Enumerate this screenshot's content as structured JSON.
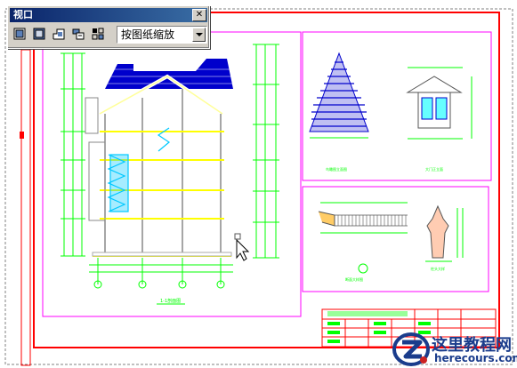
{
  "toolbar": {
    "title": "视口",
    "close_label": "✕",
    "buttons": [
      "single-viewport",
      "polygonal-viewport",
      "convert-object-viewport",
      "clip-viewport",
      "viewport-scale"
    ],
    "scale_value": "按图纸缩放"
  },
  "watermark": {
    "title": "这里教程网",
    "url": "herecours.com"
  },
  "colors": {
    "border_red": "#ff0000",
    "viewport_magenta": "#ff00ff",
    "dim_green": "#00ff00",
    "roof_blue": "#0000cc",
    "floor_yellow": "#ffff00",
    "stair_cyan": "#00c8ff"
  },
  "icons": [
    "cursor-arrow-icon",
    "crosshair-icon"
  ]
}
